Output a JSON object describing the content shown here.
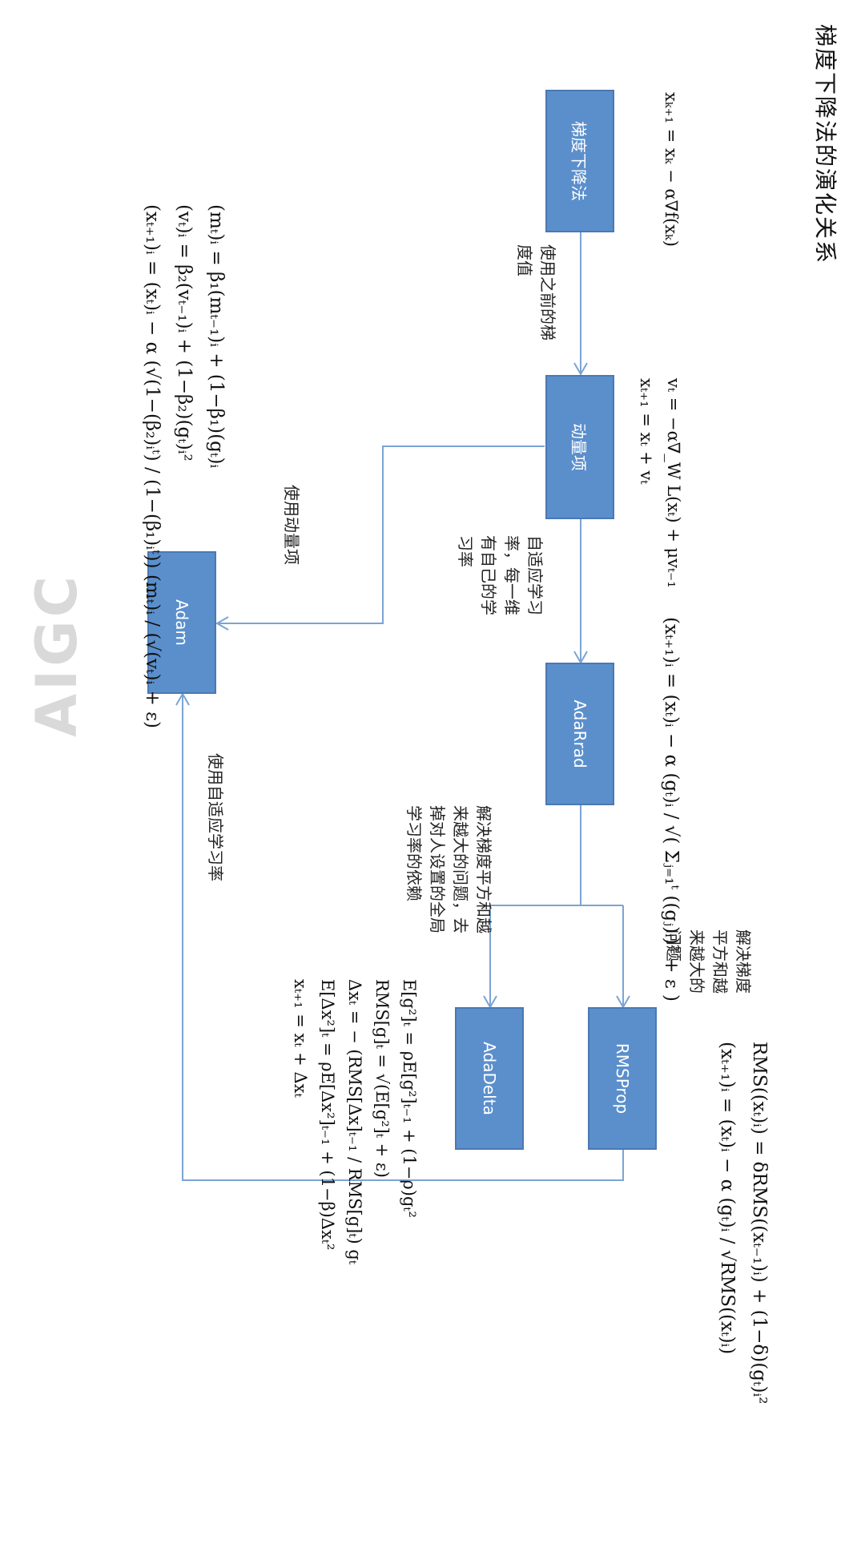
{
  "title": "梯度下降法的演化关系",
  "nodes": {
    "gd": "梯度下降法",
    "momentum": "动量项",
    "adagrad": "AdaRrad",
    "rmsprop": "RMSProp",
    "adadelta": "AdaDelta",
    "adam": "Adam"
  },
  "edges": {
    "gd_to_momentum": "使用之前的梯\n度值",
    "momentum_to_adagrad": "自适应学习\n率，每一维\n有自己的学\n习率",
    "adagrad_to_rmsprop": "解决梯度\n平方和越\n来越大的\n问题",
    "adagrad_to_adadelta": "解决梯度平方和越\n来越大的问题，去\n掉对人设置的全局\n学习率的依赖",
    "momentum_to_adam": "使用动量项",
    "rmsprop_to_adam": "使用自适应学习率"
  },
  "equations": {
    "gd": "xₖ₊₁ = xₖ − α∇f(xₖ)",
    "momentum": "vₜ = −α∇_W L(xₜ) + μvₜ₋₁\nxₜ₊₁ = xₜ + vₜ",
    "adagrad": "(xₜ₊₁)ᵢ = (xₜ)ᵢ − α (gₜ)ᵢ / √( Σⱼ₌₁ᵗ ((gⱼ)ᵢ)² + ε )",
    "rmsprop": "RMS((xₜ)ᵢ) = δRMS((xₜ₋₁)ᵢ) + (1−δ)(gₜ)ᵢ²\n(xₜ₊₁)ᵢ = (xₜ)ᵢ − α (gₜ)ᵢ / √RMS((xₜ)ᵢ)",
    "adadelta": "E[g²]ₜ = ρE[g²]ₜ₋₁ + (1−ρ)gₜ²\nRMS[g]ₜ = √(E[g²]ₜ + ε)\nΔxₜ = − (RMS[Δx]ₜ₋₁ / RMS[g]ₜ) gₜ\nE[Δx²]ₜ = ρE[Δx²]ₜ₋₁ + (1−β)Δxₜ²\nxₜ₊₁ = xₜ + Δxₜ",
    "adam": "(mₜ)ᵢ = β₁(mₜ₋₁)ᵢ + (1−β₁)(gₜ)ᵢ\n(vₜ)ᵢ = β₂(vₜ₋₁)ᵢ + (1−β₂)(gₜ)ᵢ²\n(xₜ₊₁)ᵢ = (xₜ)ᵢ − α (√(1−(β₂)ᵢᵗ) / (1−(β₁)ᵢᵗ)) (mₜ)ᵢ / (√(vₜ)ᵢ + ε)"
  },
  "logo": "AIGC",
  "colors": {
    "box_fill": "#5b8fcc",
    "box_border": "#4a79b2",
    "arrow": "#7ba4d4"
  }
}
